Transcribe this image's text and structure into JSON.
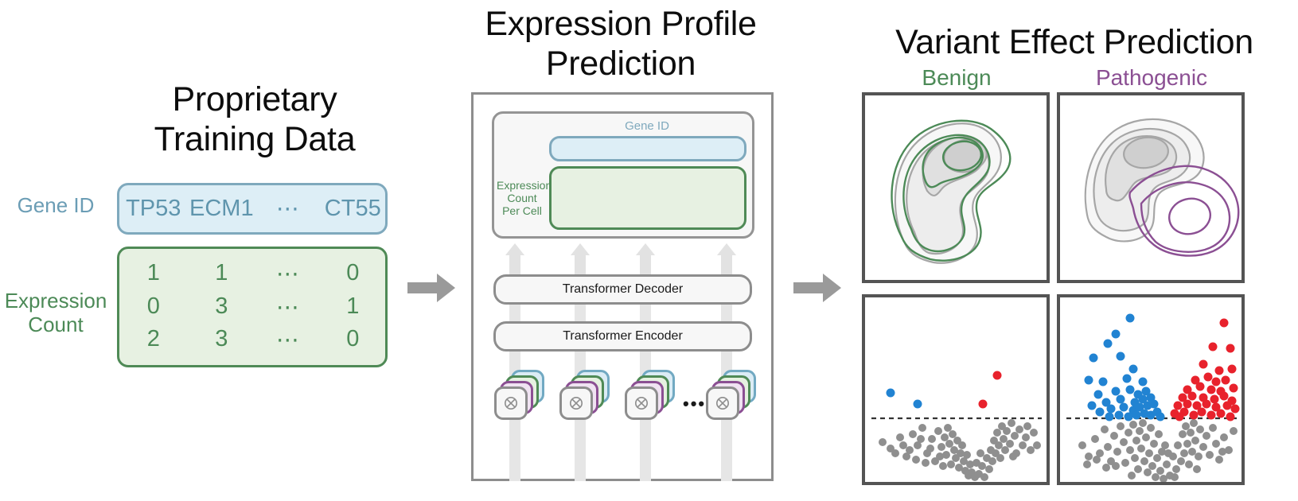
{
  "figure": {
    "title_left": "Proprietary\nTraining Data",
    "title_middle": "Expression Profile\nPrediction",
    "title_right": "Variant Effect Prediction"
  },
  "left": {
    "title_line1": "Proprietary",
    "title_line2": "Training Data",
    "gene_id_label": "Gene ID",
    "expression_label_line1": "Expression",
    "expression_label_line2": "Count",
    "gene_ids": [
      "TP53",
      "ECM1",
      "⋯",
      "CT55"
    ],
    "matrix_rows": [
      [
        "1",
        "1",
        "⋯",
        "0"
      ],
      [
        "0",
        "3",
        "⋯",
        "1"
      ],
      [
        "2",
        "3",
        "⋯",
        "0"
      ]
    ],
    "colors": {
      "gene_border": "#7fa9bd",
      "gene_fill": "#ddeef6",
      "gene_text": "#5f95ad",
      "count_border": "#4f8a56",
      "count_fill": "#e7f1e2",
      "count_text": "#4c8a57"
    }
  },
  "arrows": {
    "arrow1_name": "flow-arrow-data-to-model",
    "arrow2_name": "flow-arrow-model-to-variant",
    "color": "#9a9a9a"
  },
  "middle": {
    "title_line1": "Expression Profile",
    "title_line2": "Prediction",
    "output_gene_label": "Gene ID",
    "output_count_label_line1": "Expression",
    "output_count_label_line2": "Count",
    "output_count_label_line3": "Per Cell",
    "decoder_label": "Transformer Decoder",
    "encoder_label": "Transformer Encoder",
    "token_ellipsis": "•••",
    "token_count": 4,
    "cell_glyph": "crossed-circle",
    "card_colors": [
      "#71a9c2",
      "#4f8a56",
      "#8b4f93",
      "#8d8d8d"
    ]
  },
  "right": {
    "title": "Variant Effect Prediction",
    "col_labels": [
      {
        "text": "Benign",
        "color": "#4c8a57"
      },
      {
        "text": "Pathogenic",
        "color": "#8b4f93"
      }
    ],
    "panel_names": [
      "benign-density-plot",
      "pathogenic-density-plot",
      "benign-volcano-plot",
      "pathogenic-volcano-plot"
    ],
    "colors": {
      "reference_contour": "#9a9a9a",
      "benign_contour": "#4c8a57",
      "pathogenic_contour": "#8b4f93",
      "point_up": "#e8222c",
      "point_down": "#2183d2",
      "point_ns": "#8f8f8f",
      "threshold_line": "#333333",
      "frame": "#545454"
    }
  },
  "chart_data": [
    {
      "type": "scatter",
      "name": "benign-volcano-plot",
      "title": "Benign",
      "xlabel": "",
      "ylabel": "",
      "threshold_line": true,
      "counts": {
        "significant_up": 2,
        "significant_down": 2,
        "not_significant": 96
      },
      "series": [
        {
          "name": "up-regulated",
          "color": "#e8222c",
          "points": [
            [
              0.62,
              0.93
            ],
            [
              0.56,
              0.72
            ]
          ]
        },
        {
          "name": "down-regulated",
          "color": "#2183d2",
          "points": [
            [
              0.14,
              0.74
            ],
            [
              0.29,
              0.66
            ]
          ]
        },
        {
          "name": "not-significant",
          "color": "#8f8f8f",
          "n": 96
        }
      ]
    },
    {
      "type": "scatter",
      "name": "pathogenic-volcano-plot",
      "title": "Pathogenic",
      "xlabel": "",
      "ylabel": "",
      "threshold_line": true,
      "counts": {
        "significant_up": 62,
        "significant_down": 60,
        "not_significant": 150
      },
      "series": [
        {
          "name": "up-regulated",
          "color": "#e8222c",
          "n": 62
        },
        {
          "name": "down-regulated",
          "color": "#2183d2",
          "n": 60
        },
        {
          "name": "not-significant",
          "color": "#8f8f8f",
          "n": 150
        }
      ]
    },
    {
      "type": "contour",
      "name": "benign-density-plot",
      "title": "Benign",
      "levels": 3,
      "series": [
        {
          "name": "reference",
          "color": "#9a9a9a",
          "filled": true
        },
        {
          "name": "benign-variant",
          "color": "#4c8a57",
          "filled": false,
          "shift": [
            -0.02,
            0.02
          ]
        }
      ]
    },
    {
      "type": "contour",
      "name": "pathogenic-density-plot",
      "title": "Pathogenic",
      "levels": 3,
      "series": [
        {
          "name": "reference",
          "color": "#9a9a9a",
          "filled": true
        },
        {
          "name": "pathogenic-variant",
          "color": "#8b4f93",
          "filled": false,
          "shift": [
            0.28,
            -0.3
          ]
        }
      ]
    }
  ]
}
